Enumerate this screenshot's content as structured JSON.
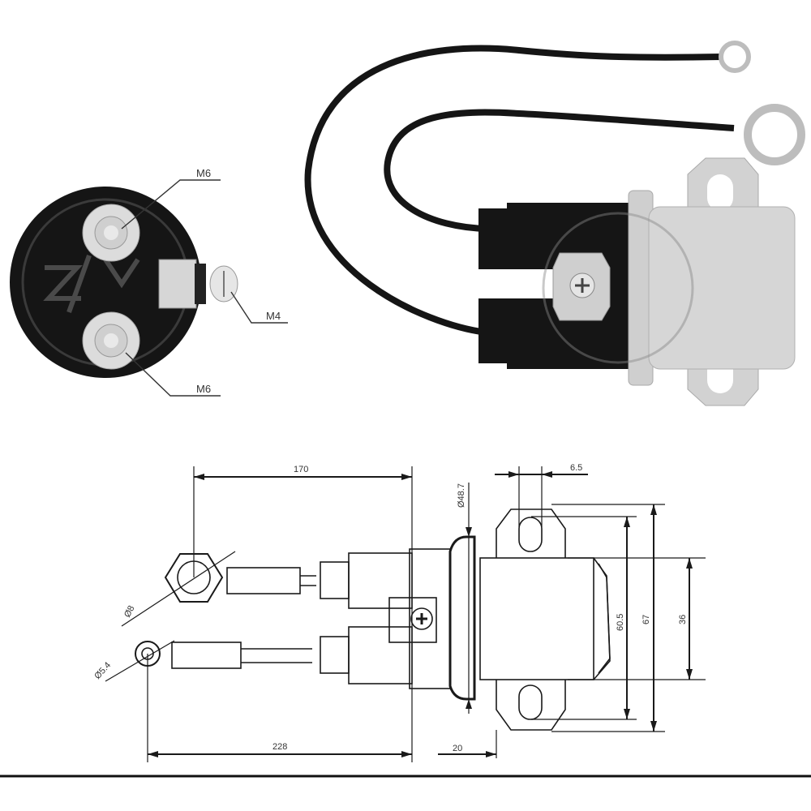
{
  "figure": {
    "type": "product technical sheet",
    "subject": "starter solenoid / magnetic switch with two pigtail leads",
    "colors": {
      "background": "#ffffff",
      "line": "#1a1a1a",
      "body_black": "#151515",
      "metal": "#c8c8c8",
      "metal_light": "#e2e2e2"
    }
  },
  "end_view": {
    "labels": {
      "top_terminal": "M6",
      "side_terminal": "M4",
      "bottom_terminal": "M6"
    }
  },
  "photo": {
    "description": "solenoid photograph with two black leads ending in ring terminals"
  },
  "drawing": {
    "dimensions": {
      "top_lead_length": "170",
      "bottom_lead_length": "228",
      "top_ring_diameter": "Ø8",
      "bottom_ring_diameter": "Ø5.4",
      "flange_diameter": "Ø48.7",
      "slot_width": "6.5",
      "mount_hole_spacing": "60.5",
      "bracket_height": "67",
      "body_diameter": "36",
      "flange_offset": "20"
    }
  }
}
